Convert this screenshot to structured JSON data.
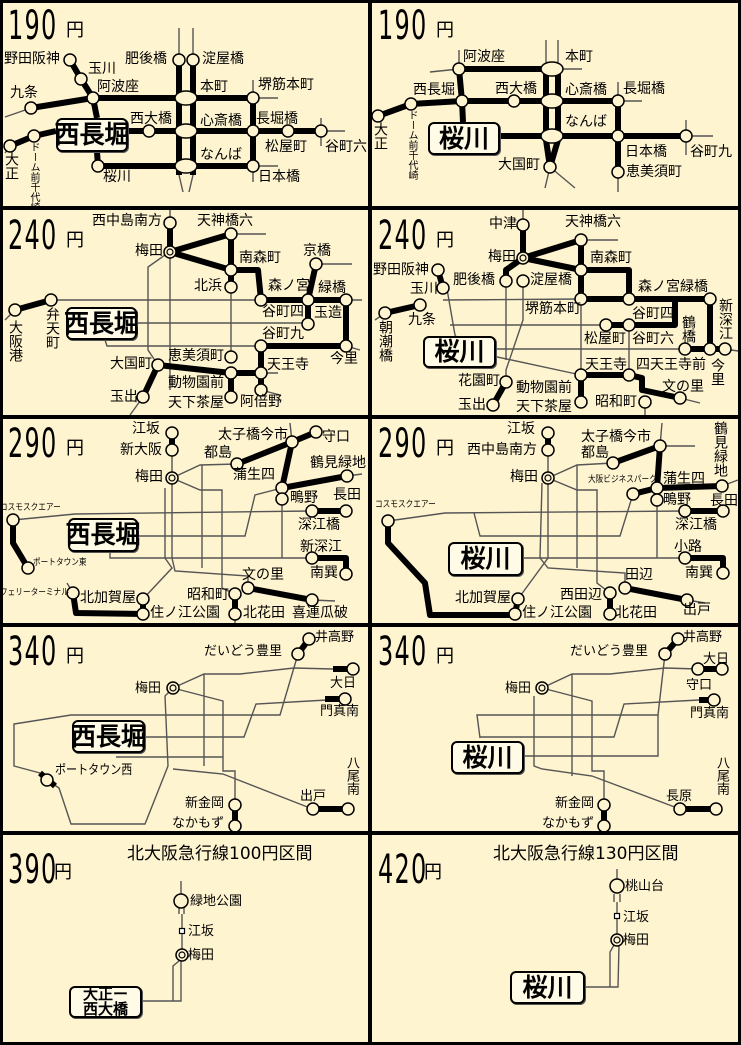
{
  "yen": "円",
  "panels": [
    {
      "price": "190",
      "origin": "西長堀",
      "stations": [
        "野田阪神",
        "玉川",
        "阿波座",
        "九条",
        "肥後橋",
        "淀屋橋",
        "本町",
        "堺筋本町",
        "西大橋",
        "心斎橋",
        "長堀橋",
        "松屋町",
        "谷町六",
        "なんば",
        "日本橋",
        "桜川",
        "大正",
        "ドーム前千代崎"
      ]
    },
    {
      "price": "190",
      "origin": "桜川",
      "stations": [
        "阿波座",
        "本町",
        "西長堀",
        "西大橋",
        "心斎橋",
        "長堀橋",
        "大正",
        "ドーム前千代崎",
        "なんば",
        "日本橋",
        "谷町九",
        "大国町",
        "恵美須町"
      ]
    },
    {
      "price": "240",
      "origin": "西長堀",
      "stations": [
        "西中島南方",
        "梅田",
        "天神橋六",
        "南森町",
        "北浜",
        "京橋",
        "森ノ宮",
        "緑橋",
        "谷町四",
        "玉造",
        "谷町九",
        "今里",
        "弁天町",
        "大阪港",
        "大国町",
        "恵美須町",
        "動物園前",
        "天王寺",
        "阿倍野",
        "天下茶屋",
        "玉出"
      ]
    },
    {
      "price": "240",
      "origin": "桜川",
      "stations": [
        "中津",
        "梅田",
        "天神橋六",
        "南森町",
        "野田阪神",
        "肥後橋",
        "淀屋橋",
        "玉川",
        "九条",
        "朝潮橋",
        "堺筋本町",
        "森ノ宮",
        "緑橋",
        "新深江",
        "谷町四",
        "松屋町",
        "谷町六",
        "鶴橋",
        "今里",
        "天王寺",
        "四天王寺前",
        "文の里",
        "昭和町",
        "花園町",
        "動物園前",
        "天下茶屋",
        "玉出"
      ]
    },
    {
      "price": "290",
      "origin": "西長堀",
      "stations": [
        "江坂",
        "新大阪",
        "梅田",
        "太子橋今市",
        "守口",
        "都島",
        "鶴見緑地",
        "蒲生四",
        "鴫野",
        "長田",
        "深江橋",
        "新深江",
        "南巽",
        "コスモスクエアー",
        "ポートタウン東",
        "フェリーターミナル",
        "北加賀屋",
        "住ノ江公園",
        "文の里",
        "昭和町",
        "北花田",
        "喜連瓜破"
      ]
    },
    {
      "price": "290",
      "origin": "桜川",
      "stations": [
        "江坂",
        "西中島南方",
        "梅田",
        "太子橋今市",
        "都島",
        "鶴見緑地",
        "大阪ビジネスパーク",
        "蒲生四",
        "鴫野",
        "長田",
        "深江橋",
        "小路",
        "南巽",
        "コスモスクエアー",
        "北加賀屋",
        "住ノ江公園",
        "田辺",
        "西田辺",
        "北花田",
        "出戸"
      ]
    },
    {
      "price": "340",
      "origin": "西長堀",
      "stations": [
        "井高野",
        "だいどう豊里",
        "大日",
        "門真南",
        "梅田",
        "ポートタウン西",
        "八尾南",
        "出戸",
        "新金岡",
        "なかもず"
      ]
    },
    {
      "price": "340",
      "origin": "桜川",
      "stations": [
        "井高野",
        "だいどう豊里",
        "大日",
        "守口",
        "門真南",
        "梅田",
        "八尾南",
        "長原",
        "新金岡",
        "なかもず"
      ]
    },
    {
      "price": "390",
      "origin": "大正ー\n西大橋",
      "title": "北大阪急行線100円区間",
      "stations": [
        "緑地公園",
        "江坂",
        "梅田"
      ]
    },
    {
      "price": "420",
      "origin": "桜川",
      "title": "北大阪急行線130円区間",
      "stations": [
        "桃山台",
        "江坂",
        "梅田"
      ]
    }
  ]
}
